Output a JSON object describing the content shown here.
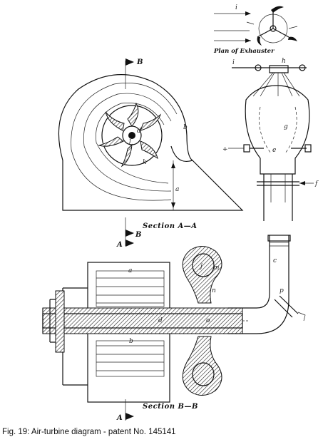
{
  "diagram": {
    "plan_title": "Plan of Exhauster",
    "section_aa_title": "Section A—A",
    "section_bb_title": "Section B—B",
    "section_markers": {
      "a": "A",
      "b": "B"
    },
    "labels": {
      "a": "a",
      "b": "b",
      "c": "c",
      "d": "d",
      "e": "e",
      "f": "f",
      "g": "g",
      "h": "h",
      "i": "i",
      "j": "j",
      "k": "k",
      "m": "m",
      "n": "n",
      "o": "o",
      "p": "p"
    }
  },
  "caption": "Fig. 19: Air-turbine diagram - patent No. 145141"
}
